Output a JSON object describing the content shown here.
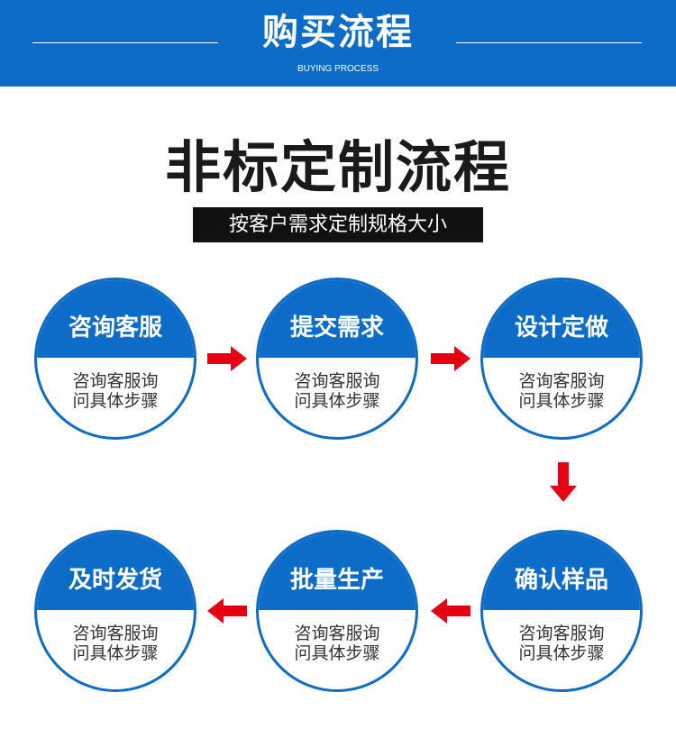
{
  "header": {
    "title": "购买流程",
    "subtitle": "BUYING PROCESS"
  },
  "main_title": "非标定制流程",
  "tagline": "按客户需求定制规格大小",
  "colors": {
    "brand_blue": "#0d6cc8",
    "arrow_red": "#e60012",
    "tag_black": "#111111"
  },
  "steps": [
    {
      "name": "咨询客服",
      "desc_line1": "咨询客服询",
      "desc_line2": "问具体步骤"
    },
    {
      "name": "提交需求",
      "desc_line1": "咨询客服询",
      "desc_line2": "问具体步骤"
    },
    {
      "name": "设计定做",
      "desc_line1": "咨询客服询",
      "desc_line2": "问具体步骤"
    },
    {
      "name": "确认样品",
      "desc_line1": "咨询客服询",
      "desc_line2": "问具体步骤"
    },
    {
      "name": "批量生产",
      "desc_line1": "咨询客服询",
      "desc_line2": "问具体步骤"
    },
    {
      "name": "及时发货",
      "desc_line1": "咨询客服询",
      "desc_line2": "问具体步骤"
    }
  ],
  "arrows": [
    "arrow-right-icon",
    "arrow-right-icon",
    "arrow-down-icon",
    "arrow-left-icon",
    "arrow-left-icon"
  ]
}
